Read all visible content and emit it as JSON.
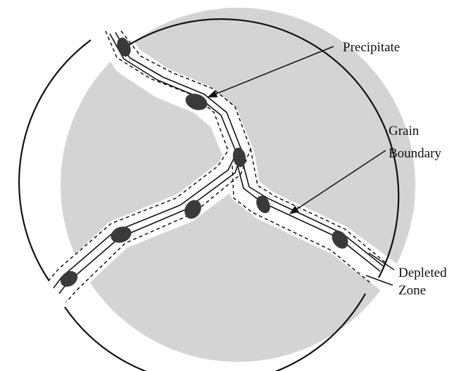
{
  "diagram": {
    "labels": {
      "precipitate": "Precipitate",
      "grain_boundary_line1": "Grain",
      "grain_boundary_line2": "Boundary",
      "depleted_zone_line1": "Depleted",
      "depleted_zone_line2": "Zone"
    },
    "colors": {
      "grain_fill": "#d4d4d4",
      "depleted_zone": "#ffffff",
      "precipitate": "#3a3a3a",
      "outline": "#111111"
    }
  }
}
